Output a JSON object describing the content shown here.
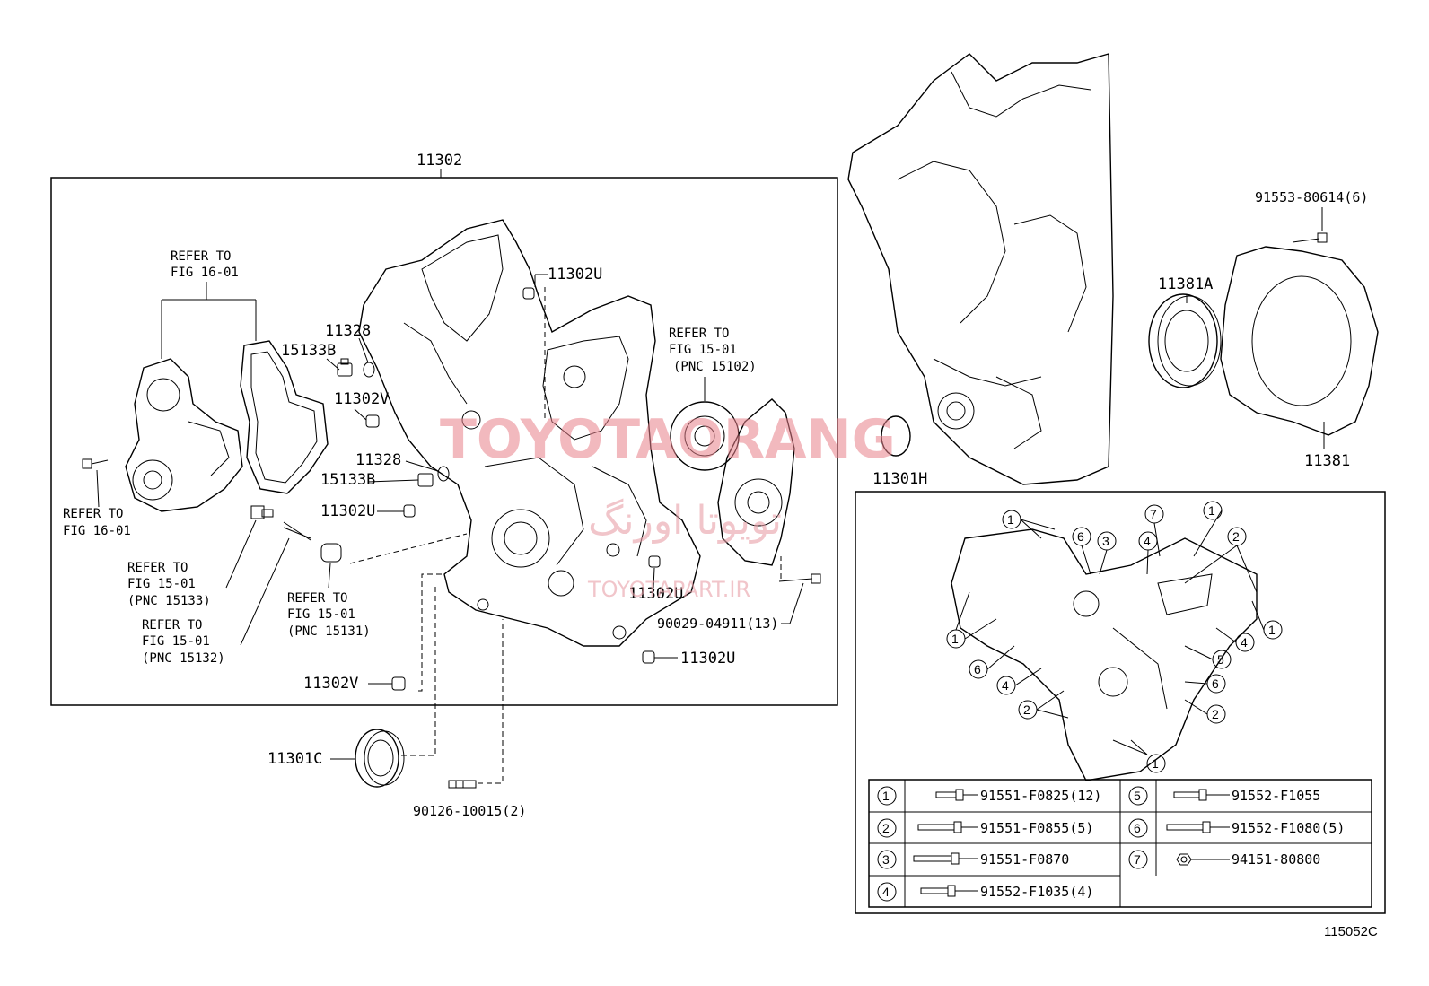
{
  "labels": {
    "top_assembly": "11302",
    "refer_16_01_top_a": "REFER TO",
    "refer_16_01_top_b": "FIG 16-01",
    "p15133b_top": "15133B",
    "p11328_top": "11328",
    "p11302u_top": "11302U",
    "p11302v_top": "11302V",
    "p11328_mid": "11328",
    "p15133b_mid": "15133B",
    "p11302u_mid": "11302U",
    "refer_16_01_left_a": "REFER TO",
    "refer_16_01_left_b": "FIG 16-01",
    "refer_15133_a": "REFER TO",
    "refer_15133_b": "FIG 15-01",
    "refer_15133_c": "(PNC 15133)",
    "refer_15132_a": "REFER TO",
    "refer_15132_b": "FIG 15-01",
    "refer_15132_c": "(PNC 15132)",
    "refer_15131_a": "REFER TO",
    "refer_15131_b": "FIG 15-01",
    "refer_15131_c": "(PNC 15131)",
    "refer_15102_a": "REFER TO",
    "refer_15102_b": "FIG 15-01",
    "refer_15102_c": "(PNC 15102)",
    "p11302u_right": "11302U",
    "p90029": "90029-04911(13)",
    "p11302u_bottom": "11302U",
    "p11302v_bottom": "11302V",
    "p11301c": "11301C",
    "p90126": "90126-10015(2)",
    "p11301h": "11301H",
    "p91553": "91553-80614(6)",
    "p11381a": "11381A",
    "p11381": "11381",
    "figure_code": "115052C"
  },
  "bolt_table": [
    {
      "no": "1",
      "part": "91551-F0825(12)"
    },
    {
      "no": "2",
      "part": "91551-F0855(5)"
    },
    {
      "no": "3",
      "part": "91551-F0870"
    },
    {
      "no": "4",
      "part": "91552-F1035(4)"
    },
    {
      "no": "5",
      "part": "91552-F1055"
    },
    {
      "no": "6",
      "part": "91552-F1080(5)"
    },
    {
      "no": "7",
      "part": "94151-80800"
    }
  ],
  "callouts": {
    "c1": "1",
    "c2": "2",
    "c3": "3",
    "c4": "4",
    "c5": "5",
    "c6": "6",
    "c7": "7"
  },
  "watermark": {
    "main": "TOYOTAORANG",
    "persian": "تویوتا اورنگ",
    "url": "TOYOTAPART.IR",
    "color": "#e8808a"
  }
}
